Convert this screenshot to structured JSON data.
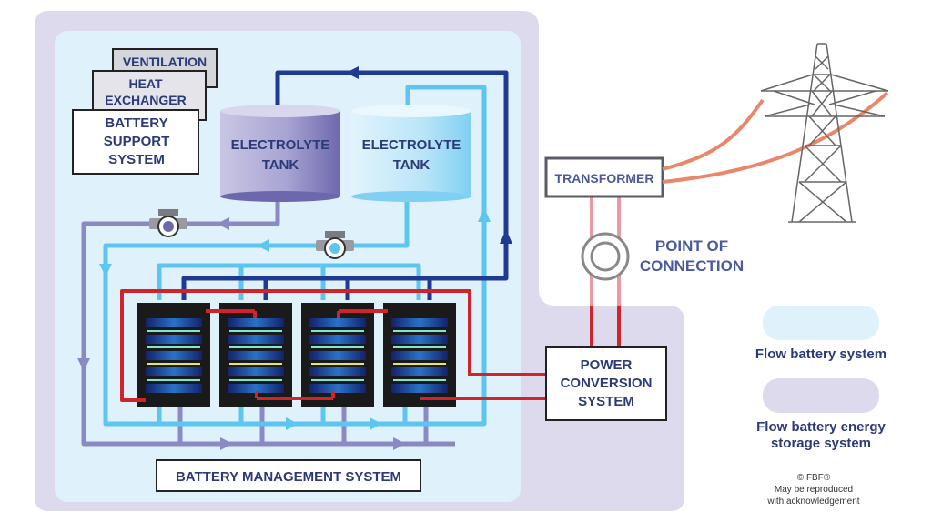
{
  "labels": {
    "ventilation": "VENTILATION",
    "heat_exchanger_1": "HEAT",
    "heat_exchanger_2": "EXCHANGER",
    "battery_support_1": "BATTERY",
    "battery_support_2": "SUPPORT",
    "battery_support_3": "SYSTEM",
    "electrolyte_tank_left_1": "ELECTROLYTE",
    "electrolyte_tank_left_2": "TANK",
    "electrolyte_tank_right_1": "ELECTROLYTE",
    "electrolyte_tank_right_2": "TANK",
    "transformer": "TRANSFORMER",
    "point_of_connection_1": "POINT OF",
    "point_of_connection_2": "CONNECTION",
    "power_conversion_1": "POWER",
    "power_conversion_2": "CONVERSION",
    "power_conversion_3": "SYSTEM",
    "battery_management": "BATTERY MANAGEMENT SYSTEM"
  },
  "legend": {
    "flow_battery": "Flow battery system",
    "energy_storage_1": "Flow battery energy",
    "energy_storage_2": "storage system"
  },
  "credit": {
    "line1": "©IFBF®",
    "line2": "May be reproduced",
    "line3": "with acknowledgement"
  },
  "colors": {
    "outer_bg": "#dcdaec",
    "inner_bg": "#dff1fb",
    "dark_blue": "#1f3a93",
    "light_blue": "#5cc6f0",
    "lavender": "#8b89c4",
    "red": "#d2232a",
    "pink": "#e89aa0",
    "salmon": "#e8886a",
    "text": "#2b3a78"
  },
  "icons": {
    "pump": "pump-icon",
    "pylon": "pylon-icon"
  }
}
